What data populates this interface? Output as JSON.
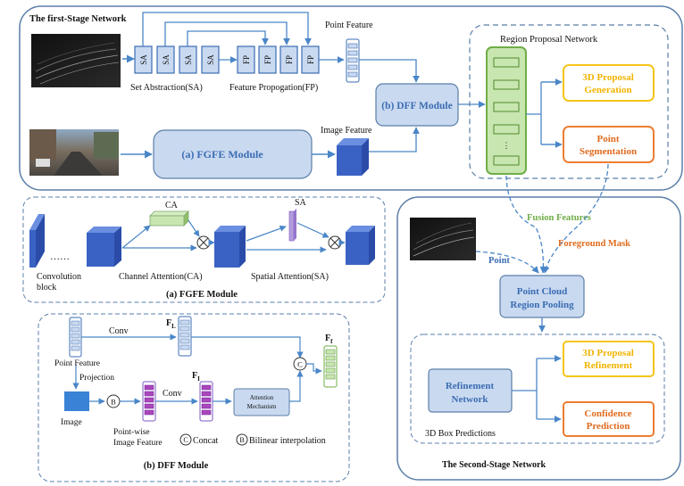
{
  "first_stage": {
    "title": "The first-Stage Network",
    "sa_blocks": [
      "SA",
      "SA",
      "SA",
      "SA"
    ],
    "fp_blocks": [
      "FP",
      "FP",
      "FP",
      "FP"
    ],
    "set_abstraction_label": "Set Abstraction(SA)",
    "feature_propagation_label": "Feature Propogation(FP)",
    "point_feature_label": "Point Feature",
    "image_feature_label": "Image Feature",
    "fgfe_module": "(a) FGFE Module",
    "dff_module": "(b) DFF Module",
    "rpn": {
      "title": "Region Proposal Network",
      "proposal_generation": [
        "3D Proposal",
        "Generation"
      ],
      "point_segmentation": [
        "Point",
        "Segmentation"
      ]
    }
  },
  "fgfe_detail": {
    "caption": "(a) FGFE Module",
    "ca_label": "CA",
    "sa_label": "SA",
    "dots": "……",
    "convolution_block": [
      "Convolution",
      "block"
    ],
    "channel_attention": "Channel Attention(CA)",
    "spatial_attention": "Spatial Attention(SA)"
  },
  "dff_detail": {
    "caption": "(b) DFF Module",
    "conv_top": "Conv",
    "conv_bottom": "Conv",
    "point_feature": "Point Feature",
    "projection": "Projection",
    "image": "Image",
    "pointwise_image_feature": [
      "Point-wise",
      "Image Feature"
    ],
    "attention_mechanism": [
      "Attention",
      "Mechanism"
    ],
    "f_l": "F",
    "f_l_sub": "L",
    "f_i": "F",
    "f_i_sub": "I",
    "f_f": "F",
    "f_f_sub": "f",
    "concat_symbol": "C",
    "bilinear_symbol": "B",
    "concat_legend": "Concat",
    "bilinear_legend": "Bilinear interpolation"
  },
  "flow_labels": {
    "fusion_features": "Fusion Features",
    "foreground_mask": "Foreground Mask",
    "point": "Point"
  },
  "second_stage": {
    "title": "The Second-Stage Network",
    "region_pooling": [
      "Point Cloud",
      "Region Pooling"
    ],
    "refinement_network": [
      "Refinement",
      "Network"
    ],
    "box_predictions": "3D Box Predictions",
    "proposal_refinement": [
      "3D Proposal",
      "Refinement"
    ],
    "confidence_prediction": [
      "Confidence",
      "Prediction"
    ]
  },
  "colors": {
    "panel_border": "#5b7fa8",
    "module_fill": "#c9d9f0",
    "cube_blue": "#3a62c4",
    "green_border": "#70ad47",
    "green_fill": "#c8e6b0",
    "yellow_border": "#f5c518",
    "yellow_text": "#f0b400",
    "orange_border": "#ed7d31",
    "orange_text": "#e06b1f",
    "purple": "#9b59b6",
    "arrow_blue": "#4a86c8"
  }
}
